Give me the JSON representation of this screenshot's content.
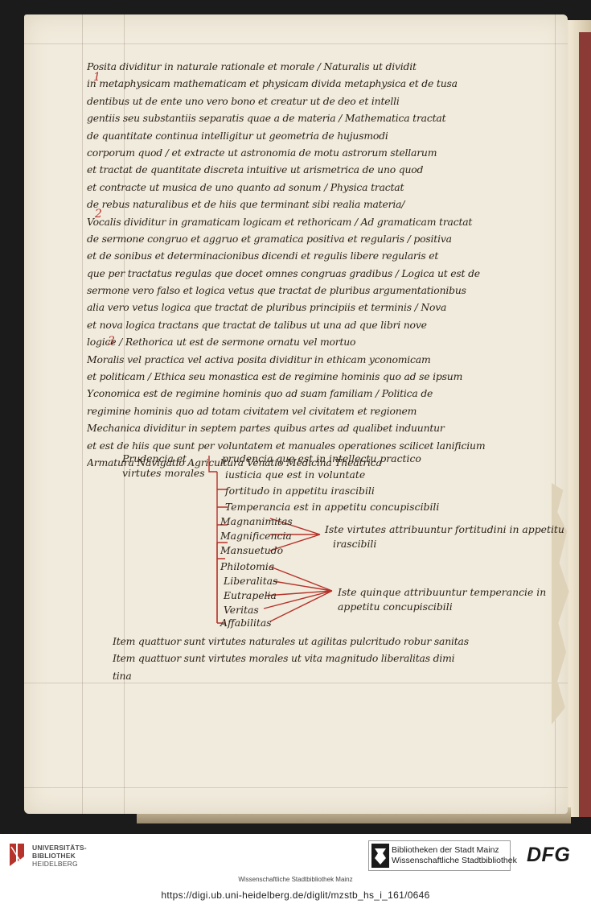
{
  "manuscript": {
    "paragraph_markers": [
      "1",
      "2",
      "3"
    ],
    "lines": [
      "Posita dividitur in naturale rationale et morale / Naturalis ut dividit",
      "in metaphysicam mathematicam et physicam divida metaphysica et de tusa",
      "dentibus ut de ente uno vero bono et creatur ut de deo et intelli",
      "gentiis seu substantiis separatis quae a de materia / Mathematica tractat",
      "de quantitate continua intelligitur ut geometria de hujusmodi",
      "corporum quod / et extracte ut astronomia de motu astrorum stellarum",
      "et tractat de quantitate discreta intuitive ut arismetrica de uno quod",
      "et contracte ut musica de uno quanto ad sonum / Physica tractat",
      "de rebus naturalibus et de hiis que terminant sibi realia materia/",
      "Vocalis dividitur in gramaticam logicam et rethoricam / Ad gramaticam tractat",
      "de sermone congruo et aggruo et gramatica positiva et regularis / positiva",
      "et de sonibus et determinacionibus dicendi et regulis libere regularis et",
      "que per tractatus regulas que docet omnes congruas gradibus / Logica ut est de",
      "sermone vero falso et logica vetus que tractat de pluribus argumentationibus",
      "alia vero vetus logica que tractat de pluribus principiis et terminis / Nova",
      "et nova logica tractans que tractat de talibus ut una ad que libri nove",
      "logice / Rethorica ut est de sermone ornatu vel mortuo",
      "Moralis vel practica vel activa posita dividitur in ethicam yconomicam",
      "et politicam / Ethica seu monastica est de regimine hominis quo ad se ipsum",
      "Yconomica est de regimine hominis quo ad suam familiam / Politica de",
      "regimine hominis quo ad totam civitatem vel civitatem et regionem",
      "Mechanica dividitur in septem partes quibus artes ad qualibet induuntur",
      "et est de hiis que sunt per voluntatem et manuales operationes scilicet lanificium",
      "Armatura Navigatio Agricultura Venatio Medicina Theatrica"
    ],
    "bracket": {
      "head": [
        "Prudencia et",
        "virtutes morales"
      ],
      "items": [
        "prudencia que est in intellectu practico",
        "iusticia que est in voluntate",
        "fortitudo in appetitu irascibili",
        "Temperancia est in appetitu concupiscibili",
        "Magnanimitas",
        "Magnificencia",
        "Mansuetudo",
        "Philotomia",
        "Liberalitas",
        "Eutrapelia",
        "Veritas",
        "Affabilitas"
      ],
      "note_one": [
        "Iste virtutes attribuuntur fortitudini in appetitu",
        "irascibili"
      ],
      "note_two": [
        "Iste quinque attribuuntur temperancie in",
        "appetitu concupiscibili"
      ]
    },
    "final": [
      "Item quattuor sunt virtutes naturales ut agilitas pulcritudo robur sanitas",
      "Item quattuor sunt virtutes morales ut vita magnitudo liberalitas dimi",
      "tina"
    ]
  },
  "footer": {
    "ub_lines": [
      "UNIVERSITÄTS-",
      "BIBLIOTHEK",
      "HEIDELBERG"
    ],
    "mainz_lines": [
      "Bibliotheken der Stadt Mainz",
      "Wissenschaftliche Stadtbibliothek"
    ],
    "dfg": "DFG",
    "owner": "Wissenschaftliche Stadtbibliothek Mainz",
    "url": "https://digi.ub.uni-heidelberg.de/diglit/mzstb_hs_i_161/0646"
  },
  "colors": {
    "ink": "#2b2118",
    "rubric": "#b5332a",
    "parchment": "#f1ebdd",
    "ub_red": "#b5332a"
  }
}
